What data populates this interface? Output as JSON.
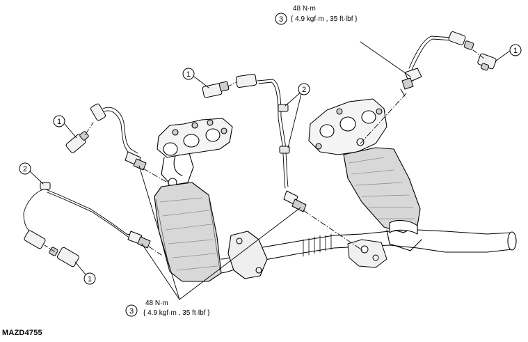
{
  "figure_id": "MAZD4755",
  "callouts": [
    {
      "num": "1"
    },
    {
      "num": "1"
    },
    {
      "num": "1"
    },
    {
      "num": "1"
    },
    {
      "num": "2"
    },
    {
      "num": "2"
    },
    {
      "num": "3"
    },
    {
      "num": "3"
    }
  ],
  "torque_top": {
    "line1": "48 N·m",
    "line2": "{ 4.9 kgf·m , 35 ft·lbf }"
  },
  "torque_bottom": {
    "line1": "48 N·m",
    "line2": "{ 4.9 kgf·m , 35 ft·lbf }"
  }
}
